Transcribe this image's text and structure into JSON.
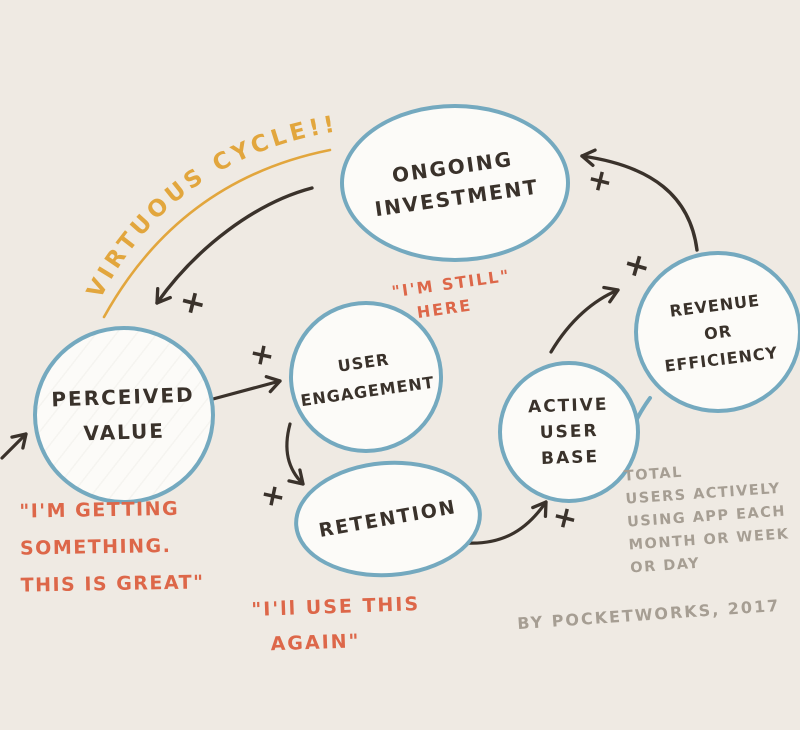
{
  "palette": {
    "background": "#efeae3",
    "ink": "#3a322b",
    "node_stroke": "#74a9bf",
    "node_fill": "#fcfbf8",
    "quote_orange": "#dd6749",
    "title_gold": "#e2a63d",
    "note_gray": "#a69e93"
  },
  "title_arc": {
    "text": "VIRTUOUS CYCLE!!"
  },
  "nodes": {
    "ongoing_investment": {
      "lines": [
        "ONGOING",
        "INVESTMENT"
      ]
    },
    "perceived_value": {
      "lines": [
        "PERCEIVED",
        "VALUE"
      ]
    },
    "user_engagement": {
      "lines": [
        "USER",
        "ENGAGEMENT"
      ]
    },
    "retention": {
      "lines": [
        "RETENTION"
      ]
    },
    "active_user_base": {
      "lines": [
        "ACTIVE",
        "USER",
        "BASE"
      ]
    },
    "revenue_or_efficiency": {
      "lines": [
        "REVENUE",
        "OR",
        "EFFICIENCY"
      ]
    }
  },
  "annotations": {
    "im_still_here": {
      "lines": [
        "\"I'M STILL\"",
        "HERE"
      ]
    },
    "im_getting": {
      "lines": [
        "\"I'M GETTING",
        "SOMETHING.",
        "THIS IS GREAT\""
      ]
    },
    "use_again": {
      "lines": [
        "\"I'll USE THIS",
        "AGAIN\""
      ]
    },
    "active_users_note": {
      "lines": [
        "TOTAL",
        "USERS ACTIVELY",
        "USING APP EACH",
        "MONTH OR WEEK",
        "OR DAY"
      ]
    },
    "credit": "BY POCKETWORKS, 2017"
  },
  "symbols": {
    "plus": "+"
  }
}
